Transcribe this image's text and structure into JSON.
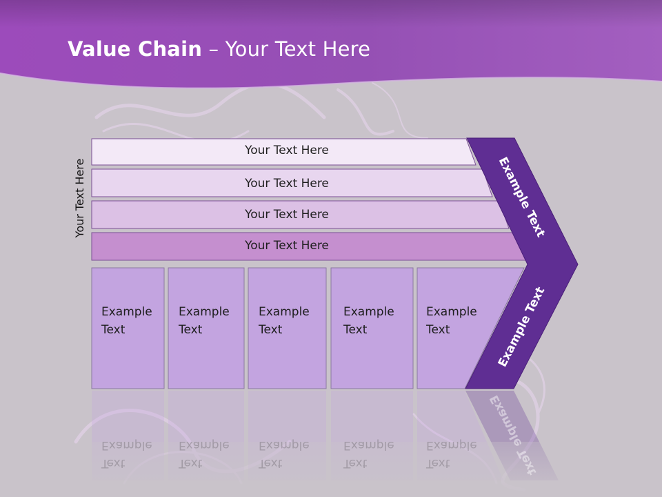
{
  "slide": {
    "title_bold": "Value Chain",
    "title_rest": " – Your Text Here",
    "side_label": "Your Text Here",
    "support_rows": [
      {
        "label": "Your Text Here"
      },
      {
        "label": "Your Text Here"
      },
      {
        "label": "Your Text Here"
      },
      {
        "label": "Your Text Here"
      }
    ],
    "primary_boxes": [
      {
        "line1": "Example",
        "line2": "Text"
      },
      {
        "line1": "Example",
        "line2": "Text"
      },
      {
        "line1": "Example",
        "line2": "Text"
      },
      {
        "line1": "Example",
        "line2": "Text"
      },
      {
        "line1": "Example",
        "line2": "Text"
      }
    ],
    "chevron_upper_label": "Example Text",
    "chevron_lower_label": "Example Text"
  },
  "colors": {
    "header": "#9b4fbb",
    "background": "#c9c3ca",
    "row_1": "#f3e9f7",
    "row_2": "#e8d6ef",
    "row_3": "#dcc1e5",
    "row_4": "#c58fcf",
    "primary_box": "#c3a4e0",
    "chevron": "#5f2e93"
  }
}
